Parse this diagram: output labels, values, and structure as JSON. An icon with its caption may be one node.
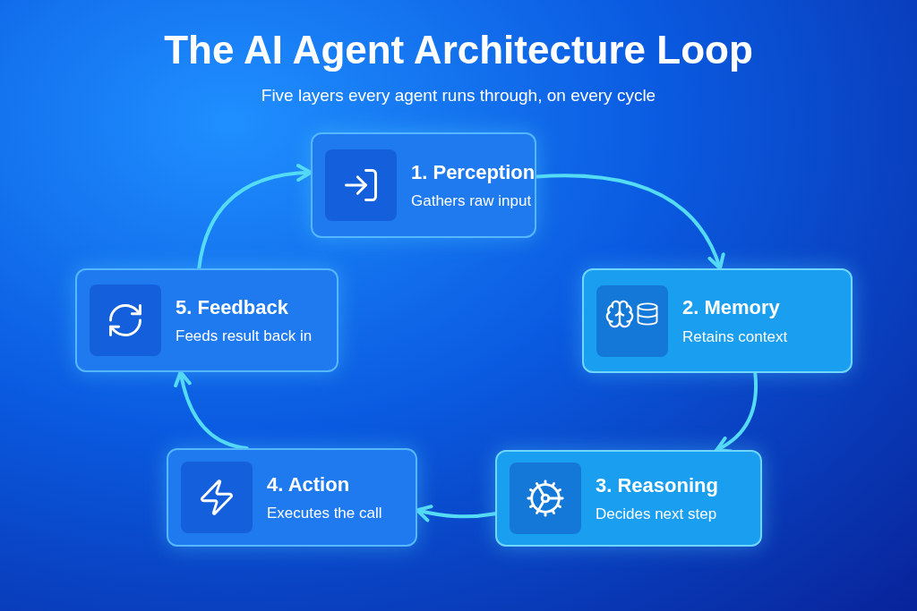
{
  "diagram": {
    "title": "The AI Agent Architecture Loop",
    "caption": "Five layers every agent runs through, on every cycle",
    "nodes": [
      {
        "text": [
          "1. Perception",
          "Gathers raw input"
        ]
      },
      {
        "text": [
          "2. Memory",
          "Retains context"
        ]
      },
      {
        "text": [
          "3. Reasoning",
          "Decides next step"
        ]
      },
      {
        "text": [
          "4. Action",
          "Executes the call"
        ]
      },
      {
        "text": [
          "5. Feedback",
          "Feeds result back in"
        ]
      }
    ],
    "edges": [
      {
        "from": 0,
        "to": 1,
        "arrow": "to"
      },
      {
        "from": 1,
        "to": 2,
        "arrow": "to"
      },
      {
        "from": 2,
        "to": 3,
        "arrow": "to"
      },
      {
        "from": 3,
        "to": 4,
        "arrow": "to"
      },
      {
        "from": 4,
        "to": 0,
        "arrow": "to"
      }
    ]
  }
}
